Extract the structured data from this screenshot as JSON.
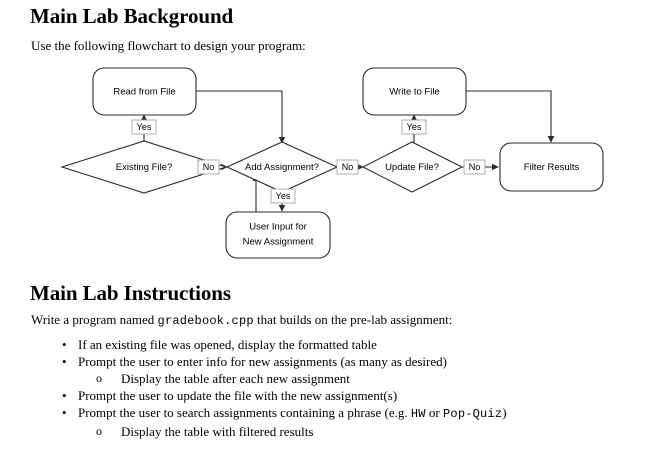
{
  "sections": {
    "background": {
      "title": "Main Lab Background",
      "lede": "Use the following flowchart to design your program:"
    },
    "instructions": {
      "title": "Main Lab Instructions",
      "lede_before": "Write a program named ",
      "lede_code": "gradebook.cpp",
      "lede_after": " that builds on the pre-lab assignment:",
      "bullet_glyph": "•",
      "sub_bullet_glyph": "o",
      "items": [
        {
          "text": "If an existing file was opened, display the formatted table",
          "sub": []
        },
        {
          "text": "Prompt the user to enter info for new assignments (as many as desired)",
          "sub": [
            {
              "text": "Display the table after each new assignment"
            }
          ]
        },
        {
          "text": "Prompt the user to update the file with the new assignment(s)",
          "sub": []
        },
        {
          "text_before": "Prompt the user to search assignments containing a phrase (e.g. ",
          "code_1": "HW",
          "text_middle": " or ",
          "code_2": "Pop-Quiz",
          "text_after": ")",
          "sub": [
            {
              "text": "Display the table with filtered results"
            }
          ]
        }
      ]
    }
  },
  "flowchart": {
    "nodes": {
      "read_from_file": "Read from File",
      "existing_file": "Existing File?",
      "add_assignment": "Add Assignment?",
      "user_input_line1": "User Input for",
      "user_input_line2": "New Assignment",
      "write_to_file": "Write to File",
      "update_file": "Update File?",
      "filter_results": "Filter Results"
    },
    "edge_labels": {
      "existing_yes": "Yes",
      "existing_no": "No",
      "add_yes": "Yes",
      "add_no": "No",
      "update_yes": "Yes",
      "update_no": "No"
    },
    "colors": {
      "stroke": "#2b2b2b",
      "fill": "#ffffff",
      "label_box_stroke": "#9a9a9a"
    }
  }
}
